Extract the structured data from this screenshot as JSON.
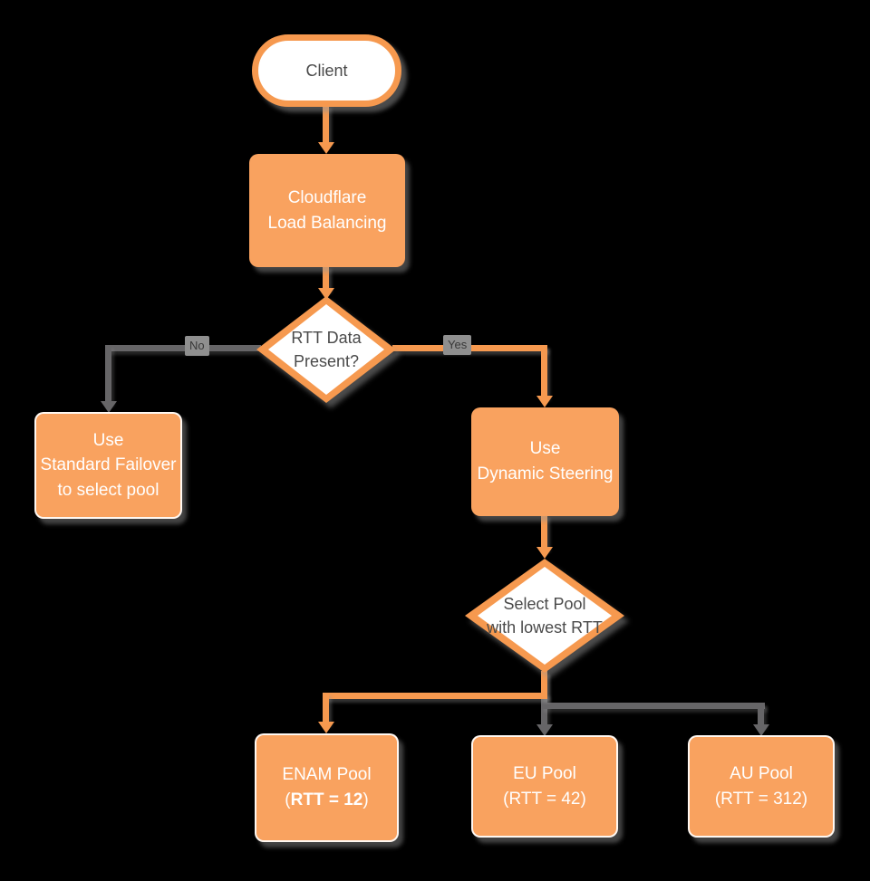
{
  "diagram": {
    "title": "Cloudflare Load Balancing RTT decision flowchart",
    "nodes": {
      "client": {
        "label": "Client"
      },
      "load_balancing": {
        "line1": "Cloudflare",
        "line2": "Load Balancing"
      },
      "rtt_decision": {
        "line1": "RTT Data",
        "line2": "Present?"
      },
      "standard_failover": {
        "line1": "Use",
        "line2": "Standard Failover",
        "line3": "to select pool"
      },
      "dynamic_steering": {
        "line1": "Use",
        "line2": "Dynamic Steering"
      },
      "select_pool_decision": {
        "line1": "Select Pool",
        "line2": "with lowest RTT"
      },
      "enam_pool": {
        "line1": "ENAM Pool",
        "line2_prefix": "(",
        "line2_bold": "RTT = 12",
        "line2_suffix": ")"
      },
      "eu_pool": {
        "line1": "EU Pool",
        "line2": "(RTT = 42)"
      },
      "au_pool": {
        "line1": "AU Pool",
        "line2": "(RTT = 312)"
      }
    },
    "edge_labels": {
      "no": "No",
      "yes": "Yes"
    },
    "colors": {
      "node_fill": "#F9A25F",
      "stroke_orange": "#F6994F",
      "gray_line": "#666567",
      "node_text_white": "#FFFFFF",
      "decision_text": "#4A4A4A",
      "background": "#000000",
      "edge_label_bg": "#8F8F8F"
    }
  }
}
